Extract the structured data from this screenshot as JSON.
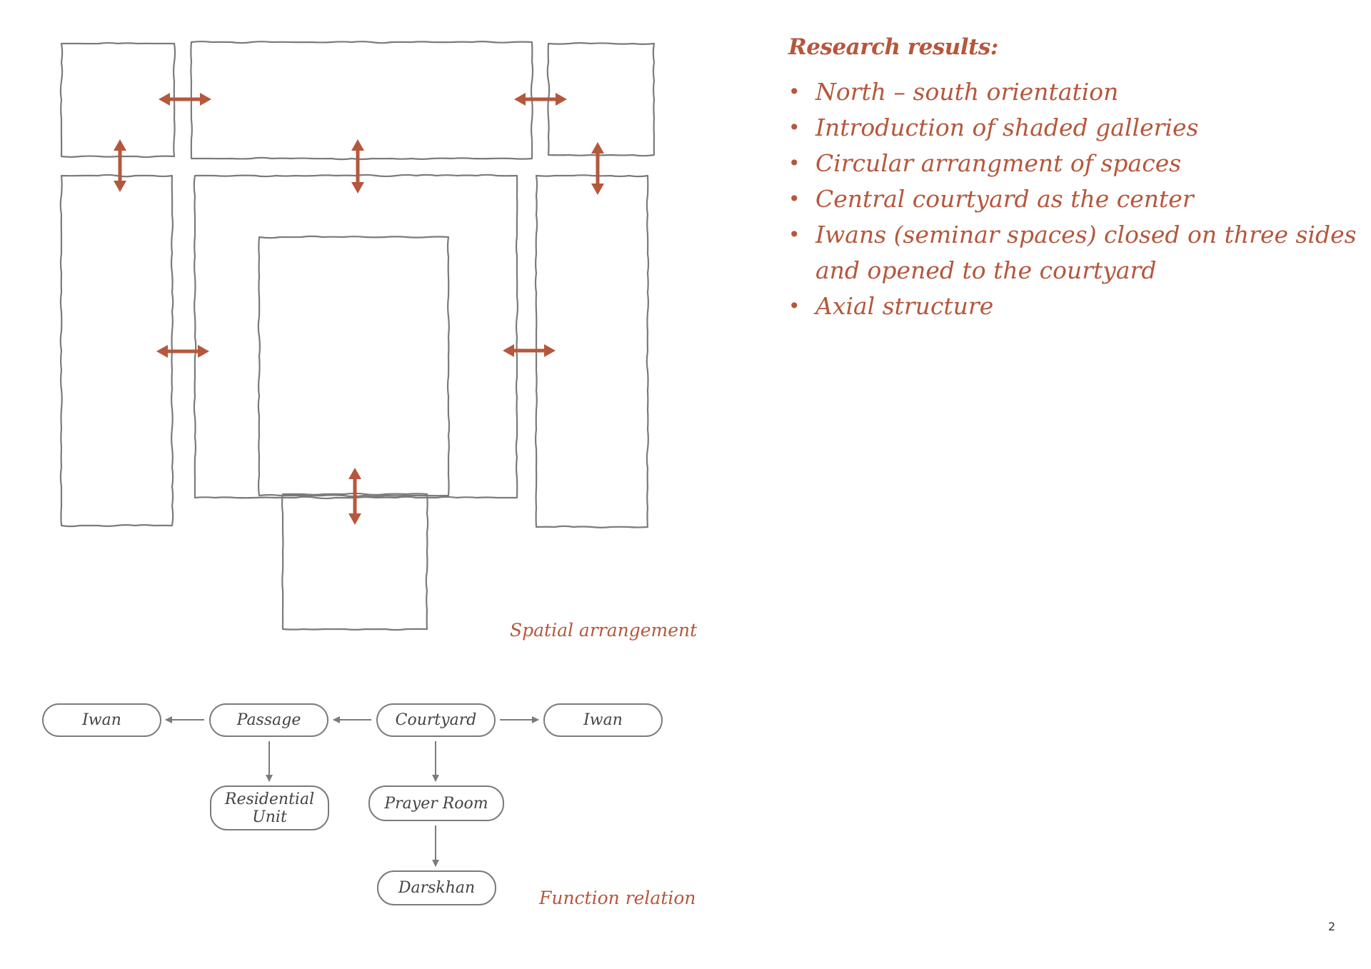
{
  "research": {
    "title": "Research results:",
    "items": [
      "North – south orientation",
      "Introduction of shaded galleries",
      "Circular arrangment of spaces",
      "Central courtyard as the center",
      "Iwans (seminar spaces) closed on three sides and opened to the courtyard",
      "Axial structure"
    ]
  },
  "spatial_arrangement": {
    "caption": "Spatial arrangement",
    "spaces": [
      "north-west-room",
      "north-iwan",
      "north-east-room",
      "west-gallery",
      "surrounding-gallery",
      "central-courtyard",
      "east-gallery",
      "south-entrance"
    ],
    "connections": [
      [
        "north-west-room",
        "north-iwan"
      ],
      [
        "north-iwan",
        "north-east-room"
      ],
      [
        "north-west-room",
        "west-gallery"
      ],
      [
        "north-iwan",
        "surrounding-gallery"
      ],
      [
        "north-east-room",
        "east-gallery"
      ],
      [
        "west-gallery",
        "surrounding-gallery"
      ],
      [
        "surrounding-gallery",
        "east-gallery"
      ],
      [
        "central-courtyard",
        "south-entrance"
      ]
    ]
  },
  "function_relation": {
    "caption": "Function relation",
    "nodes": {
      "iwan_left": "Iwan",
      "passage": "Passage",
      "courtyard": "Courtyard",
      "iwan_right": "Iwan",
      "residential_unit": "Residential Unit",
      "prayer_room": "Prayer Room",
      "darskhan": "Darskhan"
    },
    "edges": [
      [
        "passage",
        "iwan_left"
      ],
      [
        "courtyard",
        "passage"
      ],
      [
        "courtyard",
        "iwan_right"
      ],
      [
        "passage",
        "residential_unit"
      ],
      [
        "courtyard",
        "prayer_room"
      ],
      [
        "prayer_room",
        "darskhan"
      ]
    ]
  },
  "colors": {
    "accent": "#b5573c",
    "outline": "#7b7b7b",
    "arrow_gray": "#7b7b7b"
  },
  "page_number": "2"
}
